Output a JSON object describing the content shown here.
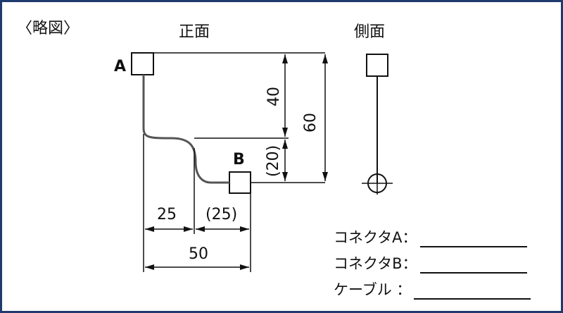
{
  "title": "〈略図〉",
  "views": {
    "front": "正面",
    "side": "側面"
  },
  "points": {
    "a": "A",
    "b": "B"
  },
  "dimensions": {
    "horizontal_left": "25",
    "horizontal_right": "(25)",
    "horizontal_total": "50",
    "vertical_upper": "40",
    "vertical_lower": "(20)",
    "vertical_total": "60"
  },
  "fields": [
    {
      "label": "コネクタA："
    },
    {
      "label": "コネクタB："
    },
    {
      "label": "ケーブル ："
    }
  ]
}
